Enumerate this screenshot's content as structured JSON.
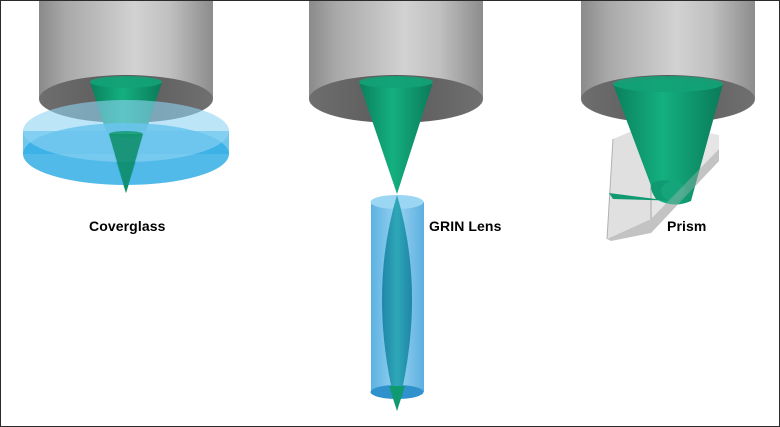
{
  "labels": {
    "coverglass": "Coverglass",
    "grin_lens": "GRIN Lens",
    "prism": "Prism"
  },
  "colors": {
    "objective_light": "#d9d9d9",
    "objective_dark": "#8e8e8e",
    "beam": "#0f9a72",
    "glass_blue": "#3db6ea",
    "prism_gray": "#c8c8c8"
  }
}
